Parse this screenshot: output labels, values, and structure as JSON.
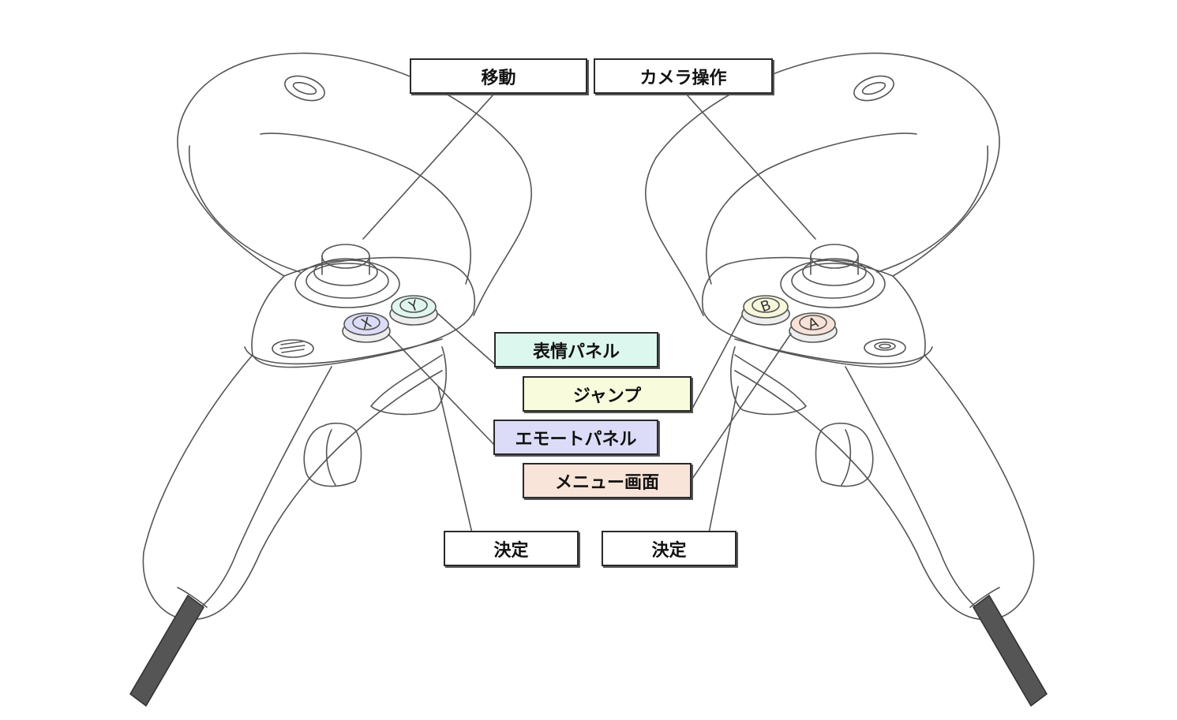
{
  "labels": {
    "move": "移動",
    "camera": "カメラ操作",
    "expression": "表情パネル",
    "jump": "ジャンプ",
    "emote": "エモートパネル",
    "menu": "メニュー画面",
    "decide_left": "決定",
    "decide_right": "決定"
  },
  "buttons": {
    "x": "X",
    "y": "Y",
    "a": "A",
    "b": "B"
  },
  "colors": {
    "line": "#555555",
    "strap": "#555555",
    "y_button": "#dff7ee",
    "x_button": "#dcdcf8",
    "b_button": "#f7f7dc",
    "a_button": "#f8e2d6",
    "expression_box": "#dcf7ee",
    "jump_box": "#f8fbdc",
    "emote_box": "#dcdcf8",
    "menu_box": "#f8e4d8",
    "plain_box": "#ffffff"
  }
}
